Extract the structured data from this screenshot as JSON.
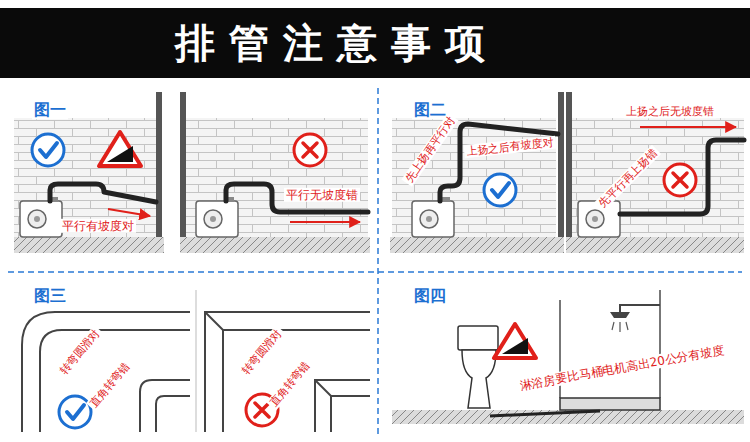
{
  "diagram": {
    "title": "排管注意事项",
    "labels": [
      "图一",
      "平行有坡度对",
      "平行无坡度错",
      "图二",
      "先上扬再平行对",
      "上扬之后有坡度对",
      "上扬之后无坡度错",
      "先平行再上扬错",
      "图三",
      "转弯圆滑对",
      "直角转弯错",
      "转弯圆滑对",
      "直角转弯错",
      "图四",
      "淋浴房要比马桶电机高出20公分有坡度"
    ]
  }
}
